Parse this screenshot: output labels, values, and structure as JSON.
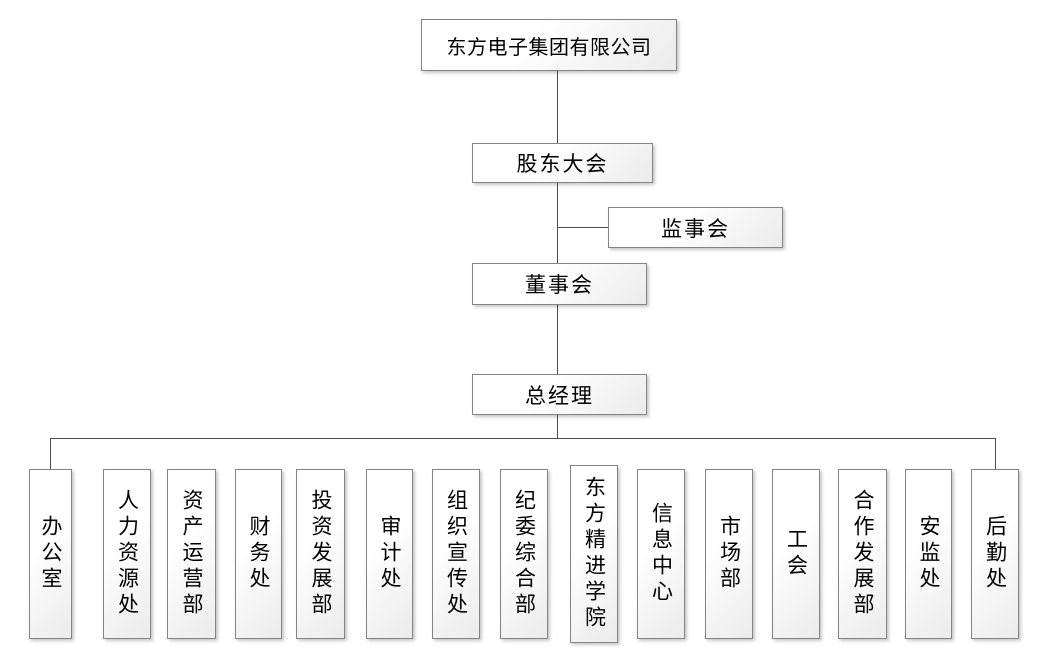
{
  "org": {
    "company": "东方电子集团有限公司",
    "shareholders_meeting": "股东大会",
    "supervisory_board": "监事会",
    "board_of_directors": "董事会",
    "general_manager": "总经理",
    "departments": [
      "办公室",
      "人力资源处",
      "资产运营部",
      "财务处",
      "投资发展部",
      "审计处",
      "组织宣传处",
      "纪委综合部",
      "东方精进学院",
      "信息中心",
      "市场部",
      "工会",
      "合作发展部",
      "安监处",
      "后勤处"
    ]
  },
  "colors": {
    "background": "#ffffff",
    "box_border": "#848484",
    "box_fill_top": "#ffffff",
    "box_fill_bottom": "#ebebeb",
    "connector": "#4d4d4d",
    "text": "#000000"
  }
}
